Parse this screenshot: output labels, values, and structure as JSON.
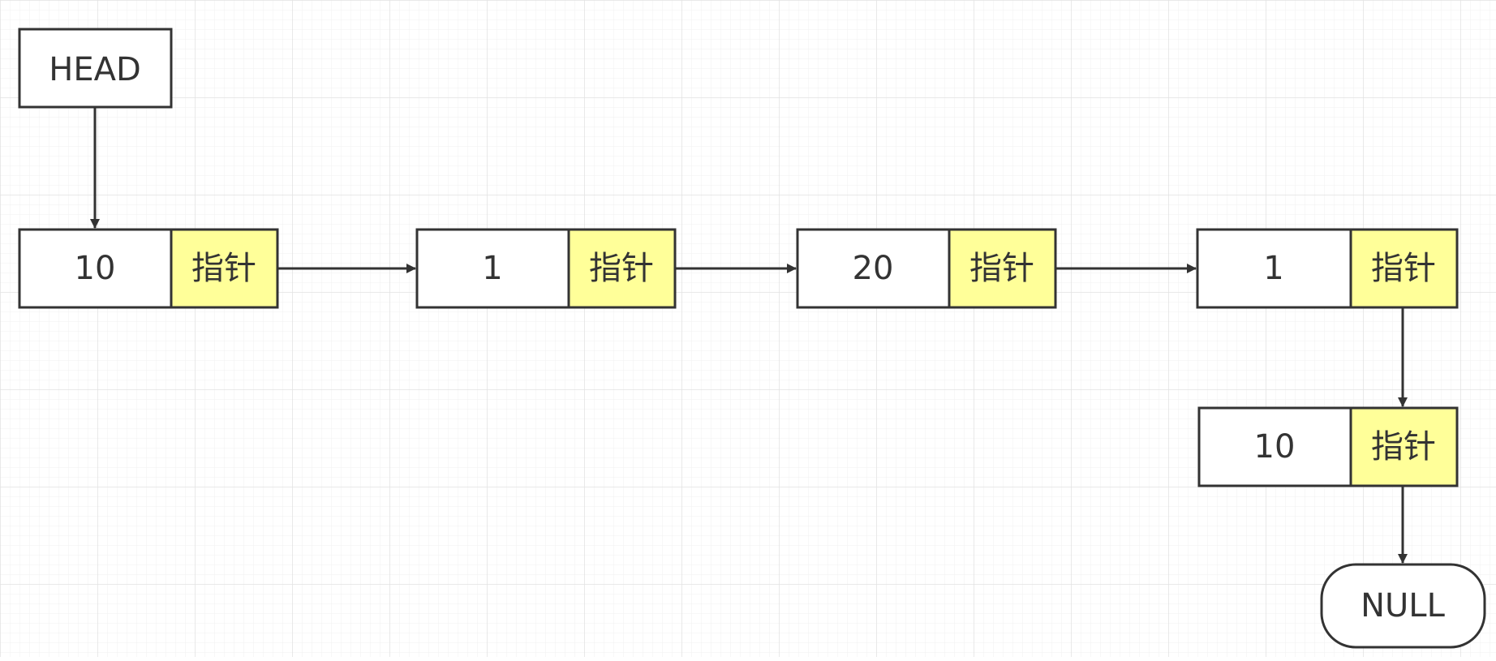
{
  "diagram": {
    "head": {
      "label": "HEAD"
    },
    "nodes": [
      {
        "value": "10",
        "pointer_label": "指针"
      },
      {
        "value": "1",
        "pointer_label": "指针"
      },
      {
        "value": "20",
        "pointer_label": "指针"
      },
      {
        "value": "1",
        "pointer_label": "指针"
      },
      {
        "value": "10",
        "pointer_label": "指针"
      }
    ],
    "terminal": {
      "label": "NULL"
    }
  },
  "colors": {
    "grid_line": "#ebebeb",
    "box_stroke": "#333333",
    "value_fill": "#ffffff",
    "pointer_fill": "#ffff99",
    "text": "#333333"
  }
}
